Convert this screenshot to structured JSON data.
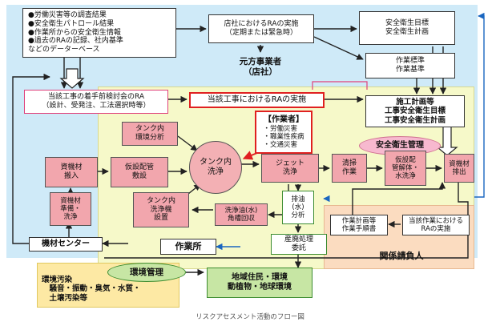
{
  "boxes": {
    "database": "●労働災害等の調査結果\n●安全衛生パトロール結果\n●作業所からの安全衛生情報\n●過去のRAの記録、社内基準\nなどのデーターベース",
    "store_ra": "店社におけるRAの実施\n（定期または緊急時）",
    "safety_goals": "安全衛生目標\n安全衛生計画",
    "prime_contractor": "元方事業者\n（店社）",
    "work_standards": "作業標準\n作業基準",
    "pre_meeting_ra": "当該工事の着手前検討会のRA\n（設計、受発注、工法選択時等）",
    "project_ra": "当該工事におけるRAの実施",
    "construction_plan": "施工計画等\n工事安全衛生目標\n工事安全衛生計画",
    "tank_env_analysis": "タンク内\n環境分析",
    "workers_title": "【作業者】",
    "workers_list": "・労働災害\n・職業性疾病\n・交通災害",
    "safety_management": "安全衛生管理",
    "materials_in": "資機材\n搬入",
    "temp_piping": "仮設配管\n敷設",
    "tank_wash": "タンク内\n洗浄",
    "jet_wash": "ジェット\n洗浄",
    "cleaning": "清掃\n作業",
    "temp_piping_removal": "仮設配\n管解体・\n水洗浄",
    "materials_out": "資機材\n排出",
    "materials_prep": "資機材\n準備・\n洗浄",
    "tank_washer_setup": "タンク内\n洗浄機\n設置",
    "wash_oil_recovery": "洗浄油(水)\n角槽回収",
    "drain_analysis": "排油\n(水)\n分析",
    "work_plan": "作業計画等\n作業手順書",
    "work_ra": "当該作業における\nRAの実施",
    "industrial_waste": "産廃処理\n委託",
    "equipment_center": "機材センター",
    "site_office": "作業所",
    "subcontractor": "関係請負人",
    "env_management": "環境管理",
    "residents_env": "地域住民・環境\n動植物・地球環境",
    "env_pollution": "環境汚染\n　騒音・振動・臭気・水質・\n　土壌汚染等"
  },
  "caption": "リスクアセスメント活動のフロー図",
  "colors": {
    "outer_panel": "#cfeaf8",
    "inner_panel": "#f6f9c9",
    "subcontractor_panel": "#fbdcc0",
    "green": "#c7e6a4",
    "pink": "#f2a6ad",
    "yellow": "#fde9a4",
    "safety_oval": "#f7b9cf",
    "blue_arrow": "#1a66c0"
  }
}
